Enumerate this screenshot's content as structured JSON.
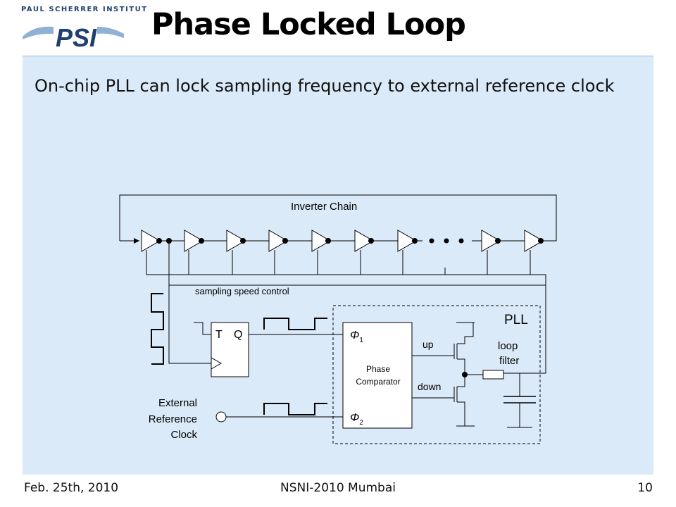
{
  "logo": {
    "org": "PAUL SCHERRER INSTITUT",
    "mark": "PSI"
  },
  "title": "Phase Locked Loop",
  "subtitle": "On-chip PLL can lock sampling frequency to external reference clock",
  "diagram": {
    "inverter_chain": "Inverter Chain",
    "speed_control": "sampling speed control",
    "pll": "PLL",
    "flipflop_t": "T",
    "flipflop_q": "Q",
    "phase_comparator_1": "Phase",
    "phase_comparator_2": "Comparator",
    "phi": "Φ",
    "sub1": "1",
    "sub2": "2",
    "up": "up",
    "down": "down",
    "loop": "loop",
    "filter": "filter",
    "ext1": "External",
    "ext2": "Reference",
    "ext3": "Clock"
  },
  "footer": {
    "date": "Feb. 25th, 2010",
    "event": "NSNI-2010 Mumbai",
    "page": "10"
  }
}
